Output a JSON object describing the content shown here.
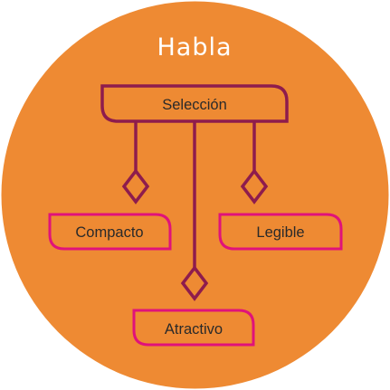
{
  "diagram": {
    "title": "Habla",
    "root": {
      "label": "Selección"
    },
    "children": [
      {
        "label": "Compacto"
      },
      {
        "label": "Legible"
      },
      {
        "label": "Atractivo"
      }
    ]
  },
  "colors": {
    "background": "#EE8A33",
    "title": "#FFFFFF",
    "root_stroke": "#8E1C4D",
    "child_stroke": "#E0127A",
    "text": "#2A2A2A"
  }
}
